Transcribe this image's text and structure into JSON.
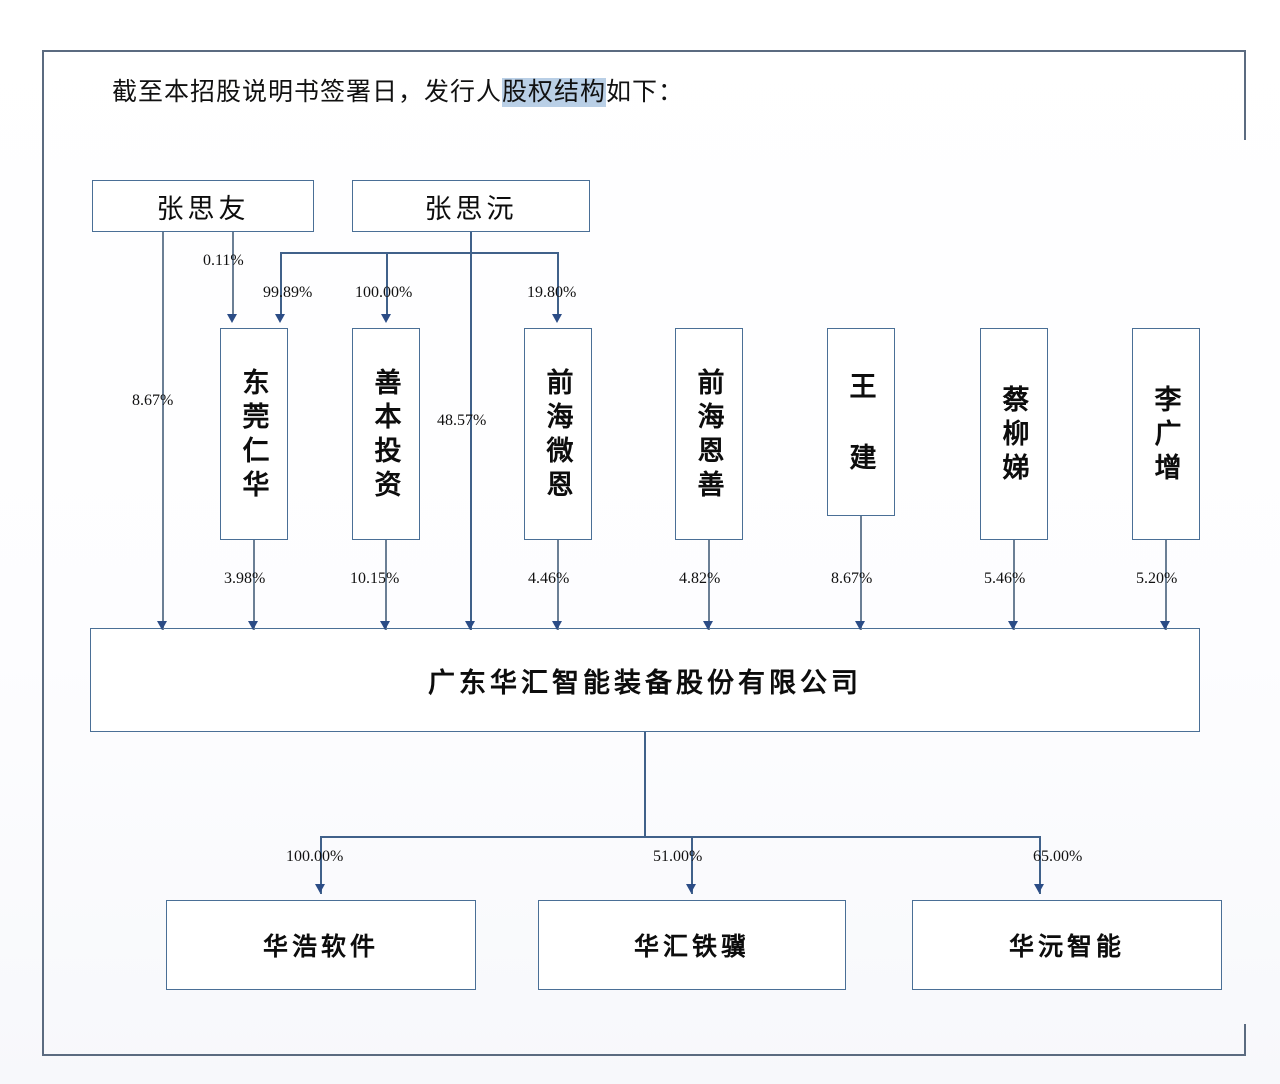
{
  "document": {
    "intro_before": "截至本招股说明书签署日，发行人",
    "intro_highlight": "股权结构",
    "intro_after": "如下：",
    "accent_color": "#4a6f96",
    "arrow_color": "#2b4c86",
    "highlight_color": "#b9cfe6"
  },
  "chart_data": {
    "type": "diagram",
    "title": "发行人股权结构",
    "nodes": {
      "top": [
        {
          "id": "zhangsiyou",
          "label": "张思友"
        },
        {
          "id": "zhangsiyuan",
          "label": "张思沅"
        }
      ],
      "middle": [
        {
          "id": "dongguanrenhua",
          "label": "东莞仁华"
        },
        {
          "id": "shanbentouzi",
          "label": "善本投资"
        },
        {
          "id": "qianhaiweien",
          "label": "前海微恩"
        },
        {
          "id": "qianhaienshan",
          "label": "前海恩善"
        },
        {
          "id": "wangjian",
          "label": "王 建"
        },
        {
          "id": "cailiudi",
          "label": "蔡柳娣"
        },
        {
          "id": "liguangzeng",
          "label": "李广增"
        }
      ],
      "company": {
        "id": "huahui",
        "label": "广东华汇智能装备股份有限公司"
      },
      "subsidiaries": [
        {
          "id": "huahaoruanjian",
          "label": "华浩软件"
        },
        {
          "id": "huahuitieji",
          "label": "华汇铁骥"
        },
        {
          "id": "huayuanzhineng",
          "label": "华沅智能"
        }
      ]
    },
    "edges": [
      {
        "from": "zhangsiyou",
        "to": "dongguanrenhua",
        "value": "0.11%"
      },
      {
        "from": "zhangsiyou",
        "to": "huahui",
        "value": "8.67%"
      },
      {
        "from": "zhangsiyuan",
        "to": "dongguanrenhua",
        "value": "99.89%"
      },
      {
        "from": "zhangsiyuan",
        "to": "shanbentouzi",
        "value": "100.00%"
      },
      {
        "from": "zhangsiyuan",
        "to": "qianhaiweien",
        "value": "19.80%"
      },
      {
        "from": "zhangsiyuan",
        "to": "huahui",
        "value": "48.57%"
      },
      {
        "from": "dongguanrenhua",
        "to": "huahui",
        "value": "3.98%"
      },
      {
        "from": "shanbentouzi",
        "to": "huahui",
        "value": "10.15%"
      },
      {
        "from": "qianhaiweien",
        "to": "huahui",
        "value": "4.46%"
      },
      {
        "from": "qianhaienshan",
        "to": "huahui",
        "value": "4.82%"
      },
      {
        "from": "wangjian",
        "to": "huahui",
        "value": "8.67%"
      },
      {
        "from": "cailiudi",
        "to": "huahui",
        "value": "5.46%"
      },
      {
        "from": "liguangzeng",
        "to": "huahui",
        "value": "5.20%"
      },
      {
        "from": "huahui",
        "to": "huahaoruanjian",
        "value": "100.00%"
      },
      {
        "from": "huahui",
        "to": "huahuitieji",
        "value": "51.00%"
      },
      {
        "from": "huahui",
        "to": "huayuanzhineng",
        "value": "65.00%"
      }
    ],
    "labels": {
      "p_0_11": "0.11%",
      "p_99_89": "99.89%",
      "p_100_00": "100.00%",
      "p_19_80": "19.80%",
      "p_8_67_left": "8.67%",
      "p_48_57": "48.57%",
      "p_3_98": "3.98%",
      "p_10_15": "10.15%",
      "p_4_46": "4.46%",
      "p_4_82": "4.82%",
      "p_8_67_wang": "8.67%",
      "p_5_46": "5.46%",
      "p_5_20": "5.20%",
      "p_sub_100": "100.00%",
      "p_sub_51": "51.00%",
      "p_sub_65": "65.00%"
    }
  }
}
